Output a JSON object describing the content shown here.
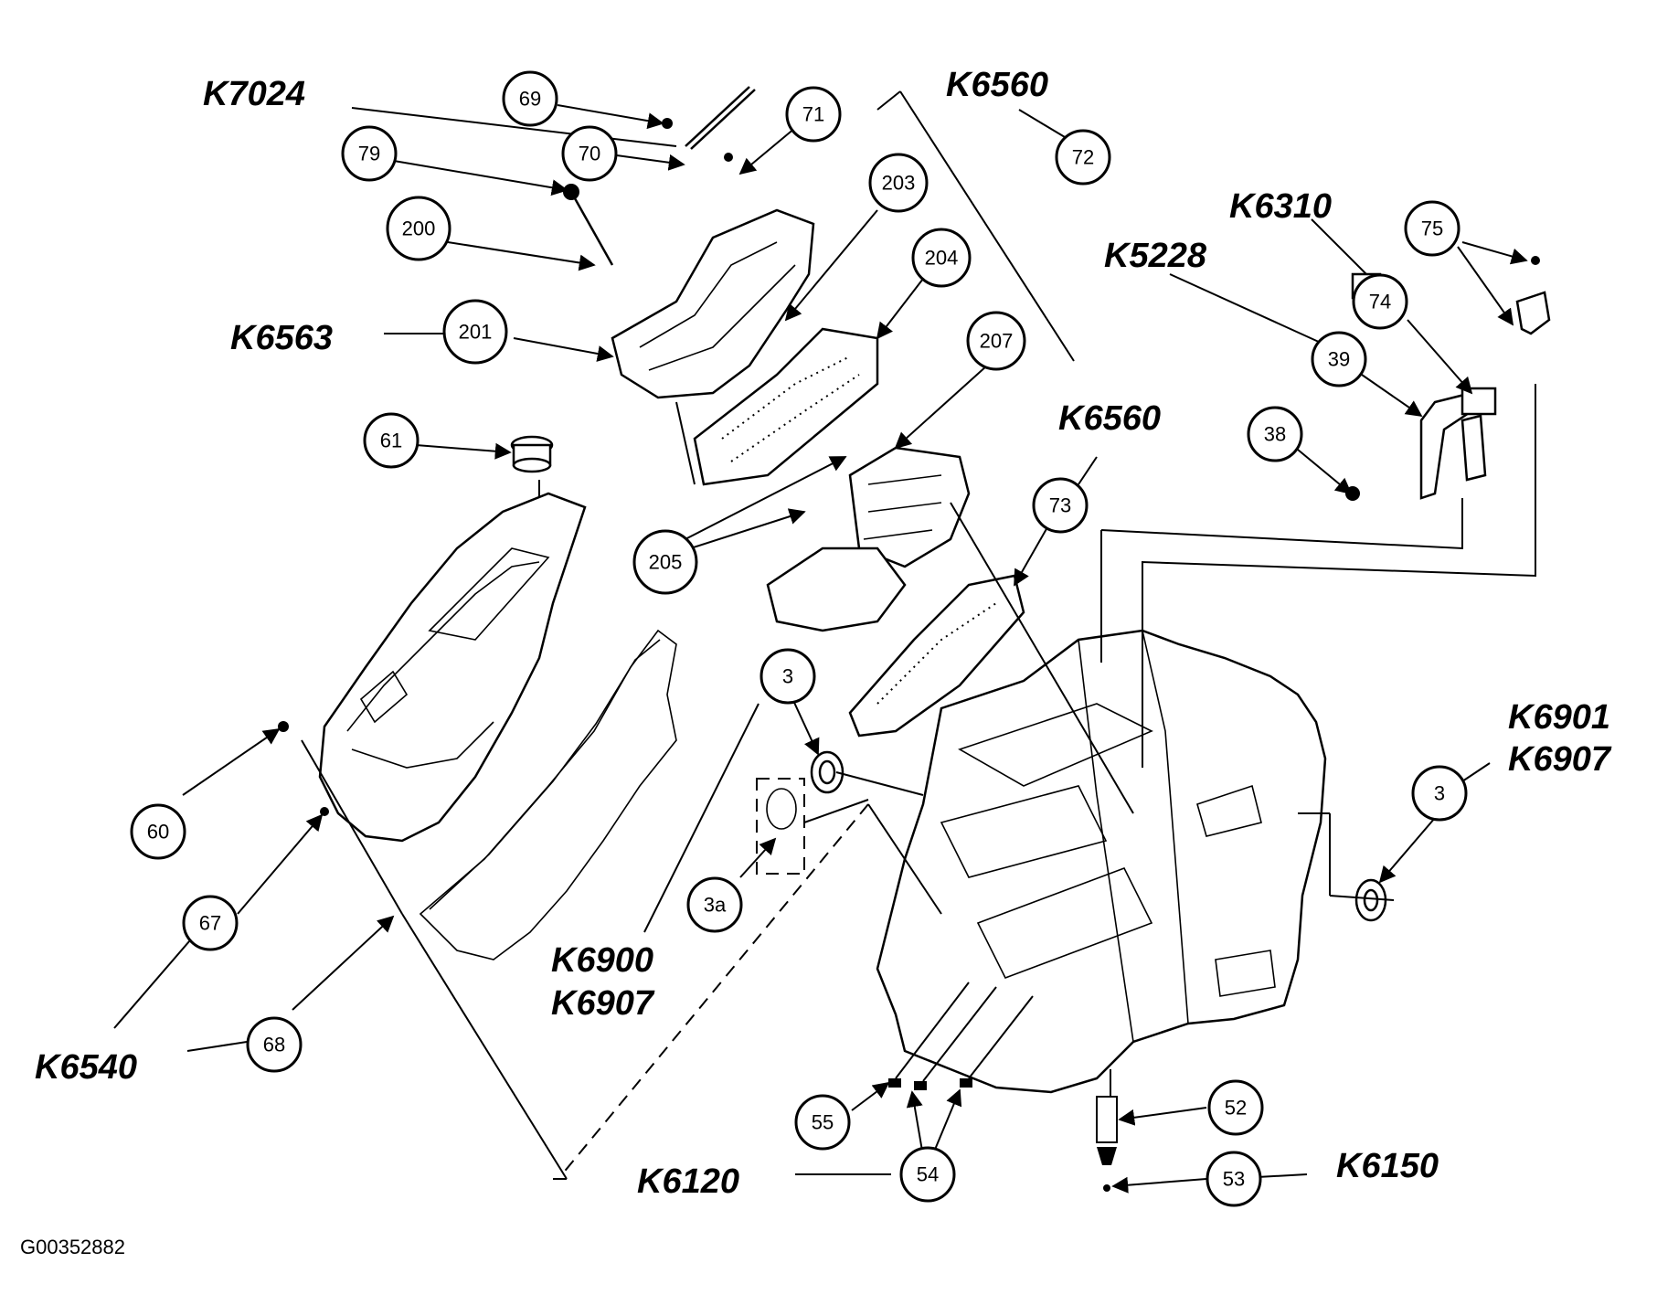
{
  "figure_id": "G00352882",
  "codes": {
    "k7024": "K7024",
    "k6560_top": "K6560",
    "k6310": "K6310",
    "k5228": "K5228",
    "k6563": "K6563",
    "k6560_mid": "K6560",
    "k6901": "K6901",
    "k6907_right": "K6907",
    "k6900": "K6900",
    "k6907_left": "K6907",
    "k6540": "K6540",
    "k6120": "K6120",
    "k6150": "K6150"
  },
  "callouts": {
    "c69": "69",
    "c70": "70",
    "c71": "71",
    "c79": "79",
    "c72": "72",
    "c203": "203",
    "c200": "200",
    "c204": "204",
    "c75": "75",
    "c74": "74",
    "c201": "201",
    "c207": "207",
    "c39": "39",
    "c61": "61",
    "c38": "38",
    "c73": "73",
    "c205": "205",
    "c3_left": "3",
    "c3_right": "3",
    "c60": "60",
    "c3a": "3a",
    "c67": "67",
    "c68": "68",
    "c52": "52",
    "c55": "55",
    "c54": "54",
    "c53": "53"
  }
}
